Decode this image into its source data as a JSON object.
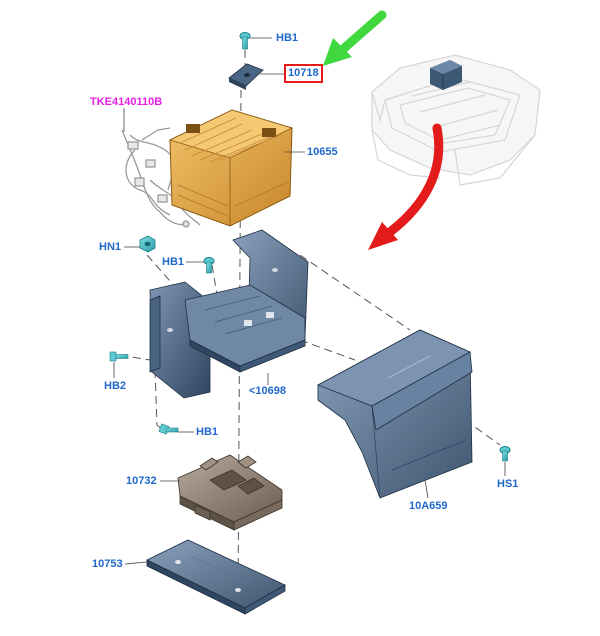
{
  "colors": {
    "callout": "#1f67c9",
    "harness_callout": "#e61ee6",
    "highlight_box": "#e41b1b",
    "green_arrow": "#3fd93f",
    "red_arrow": "#e41b1b",
    "battery": "#d9a040",
    "tray_steel": "#5a7391",
    "bracket": "#8c7f74"
  },
  "callouts": {
    "hb1_top": "HB1",
    "bracket_10718": "10718",
    "harness": "TKE4140110B",
    "battery_10655": "10655",
    "hn1": "HN1",
    "hb1_mid": "HB1",
    "hb2": "HB2",
    "tray_10698": "<10698",
    "hb1_low": "HB1",
    "support_10732": "10732",
    "hs1": "HS1",
    "cover_10a659": "10A659",
    "plate_10753": "10753"
  },
  "icons": {
    "highlight_arrow": "green-arrow-icon",
    "location_arrow": "red-curved-arrow-icon",
    "vehicle_locator": "truck-bed-icon"
  }
}
